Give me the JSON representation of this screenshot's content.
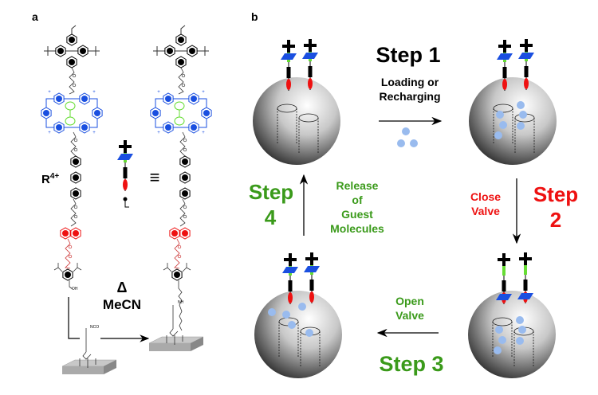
{
  "panel_a": {
    "label": "a",
    "compound_label": "R",
    "compound_charge": "4+",
    "reaction_condition_symbol": "Δ",
    "reaction_solvent": "MeCN",
    "equivalence_symbol": "≡",
    "hydroxyl_label": "OH",
    "isocyanate_label": "NCO",
    "amide_label": "NH"
  },
  "panel_b": {
    "label": "b",
    "step1": {
      "title": "Step 1",
      "line1": "Loading or",
      "line2": "Recharging",
      "color": "#000000"
    },
    "step2": {
      "title_line1": "Step",
      "title_line2": "2",
      "action_line1": "Close",
      "action_line2": "Valve",
      "color": "#ee1111"
    },
    "step3": {
      "title": "Step 3",
      "action_line1": "Open",
      "action_line2": "Valve",
      "color": "#3a9a1a"
    },
    "step4": {
      "title_line1": "Step",
      "title_line2": "4",
      "action_line1": "Release",
      "action_line2": "of",
      "action_line3": "Guest",
      "action_line4": "Molecules",
      "color": "#3a9a1a"
    }
  },
  "colors": {
    "ring_blue": "#1a4fe0",
    "station_green": "#66dd33",
    "station_red": "#ee1111",
    "guest_blue": "#99bbee",
    "substrate_gray": "#aaaaaa"
  }
}
